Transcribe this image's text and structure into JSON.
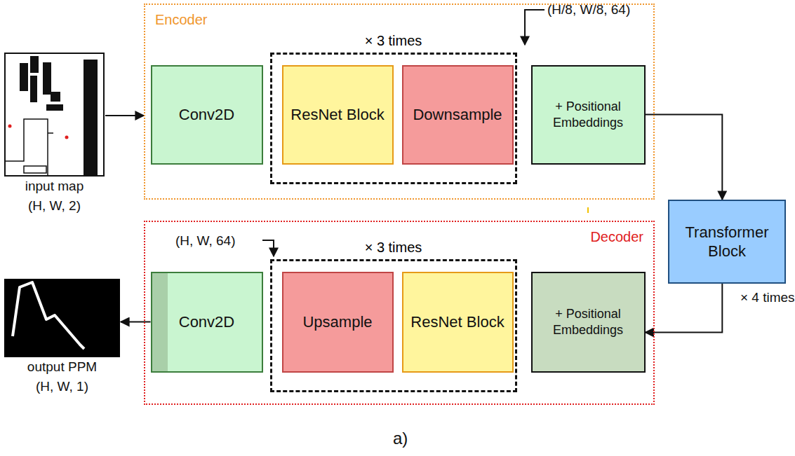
{
  "diagram": {
    "caption": "a)",
    "nodes": [
      {
        "text": [
          "input map",
          "(H, W, 2)"
        ]
      },
      {
        "text": [
          "Encoder"
        ]
      },
      {
        "text": [
          "Conv2D"
        ],
        "in": 1
      },
      {
        "text": [
          "× 3 times"
        ],
        "in": 1
      },
      {
        "text": [
          "ResNet Block"
        ],
        "in": 3
      },
      {
        "text": [
          "Downsample"
        ],
        "in": 3
      },
      {
        "text": [
          "+ Positional Embeddings"
        ],
        "in": 1
      },
      {
        "text": [
          "Transformer Block"
        ]
      },
      {
        "text": [
          "Decoder"
        ]
      },
      {
        "text": [
          "Conv2D"
        ],
        "in": 8
      },
      {
        "text": [
          "× 3 times"
        ],
        "in": 8
      },
      {
        "text": [
          "Upsample"
        ],
        "in": 10
      },
      {
        "text": [
          "ResNet Block"
        ],
        "in": 10
      },
      {
        "text": [
          "+ Positional Embeddings"
        ],
        "in": 8
      },
      {
        "text": [
          "output PPM",
          "(H, W, 1)"
        ]
      }
    ],
    "edges": [
      {
        "from": 0,
        "to": 1,
        "arrow": "to"
      },
      {
        "from": 6,
        "to": 7,
        "arrow": "to"
      },
      {
        "from": 7,
        "to": 13,
        "arrow": "to"
      },
      {
        "from": 9,
        "to": 14,
        "arrow": "to"
      }
    ],
    "labels": [
      "(H/8, W/8, 64)",
      "(H, W, 64)",
      "× 4 times"
    ]
  }
}
